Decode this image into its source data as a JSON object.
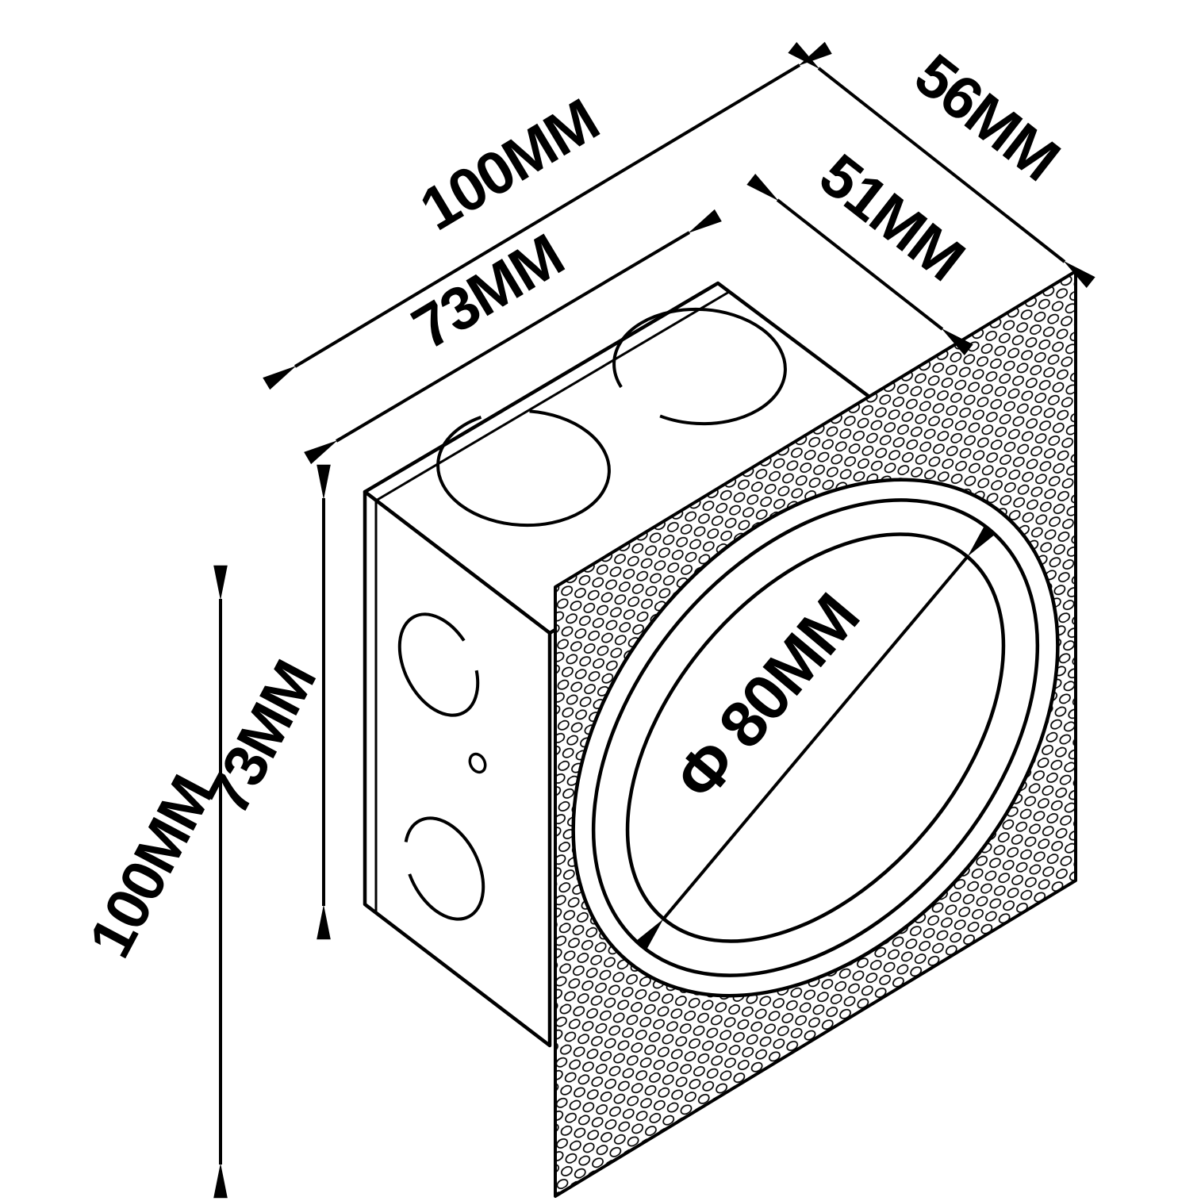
{
  "page": {
    "background_color": "#ffffff",
    "line_color": "#000000"
  },
  "diagram": {
    "labels": {
      "plate_width": "100MM",
      "box_width": "73MM",
      "overall_depth": "56MM",
      "box_depth": "51MM",
      "box_height": "73MM",
      "plate_height": "100MM",
      "opening_diameter": "Φ 80MM"
    }
  }
}
